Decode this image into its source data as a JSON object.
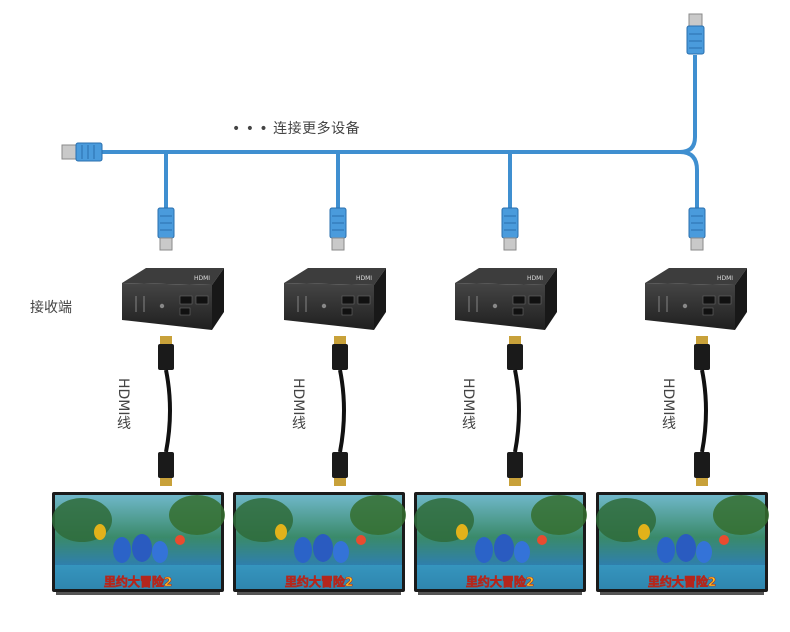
{
  "labels": {
    "more_devices": "• • • 连接更多设备",
    "receiver": "接收端",
    "hdmi_cable": "HDMI线"
  },
  "device_badge": "HDMI",
  "movie_title": "里约大冒险2",
  "colors": {
    "cable": "#3f8fd0",
    "cable_dark": "#2a6fae",
    "device_body": "#2c2c2c",
    "device_top": "#3d3d3d",
    "hdmi_plug": "#1a1a1a",
    "text": "#444444"
  },
  "icons": {
    "rj45": "rj45-connector-icon",
    "hdmi": "hdmi-connector-icon"
  }
}
